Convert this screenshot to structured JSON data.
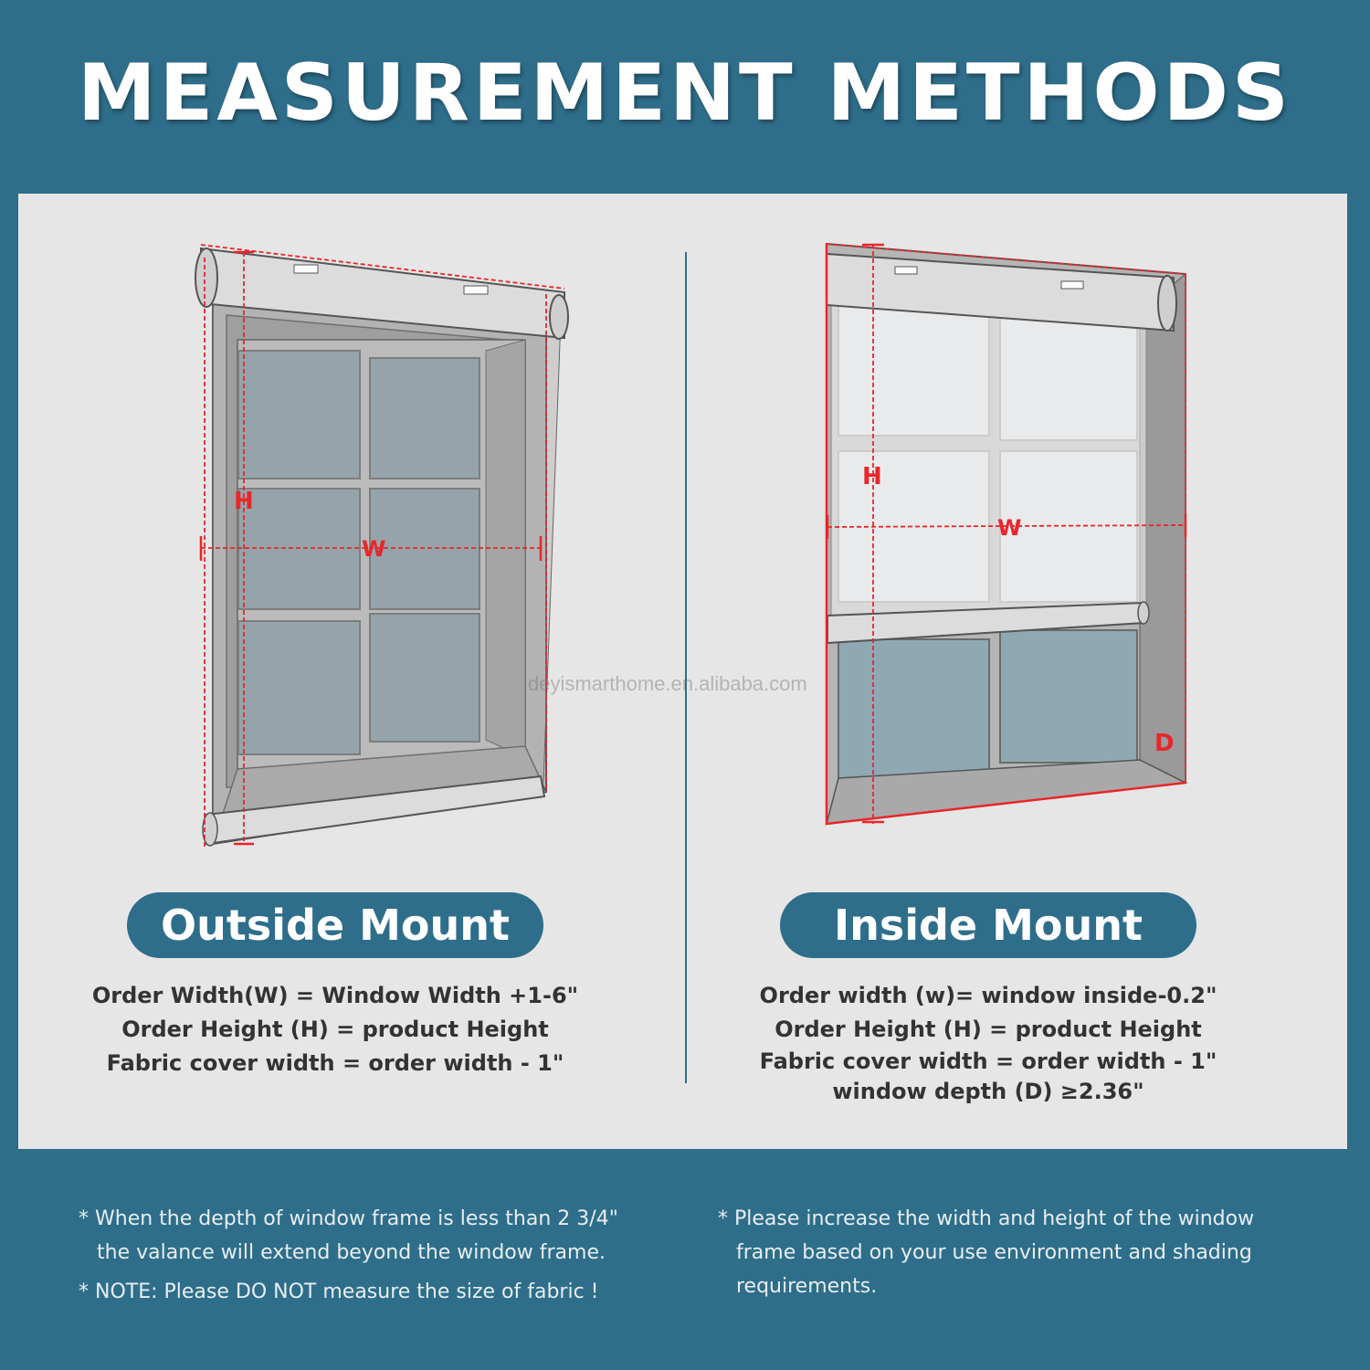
{
  "title": "MEASUREMENT METHODS",
  "outside": {
    "heading": "Outside Mount",
    "label_h": "H",
    "label_w": "W",
    "formulas": [
      "Order Width(W) = Window Width +1-6\"",
      "Order Height (H) = product Height",
      "Fabric cover width = order width - 1\""
    ]
  },
  "inside": {
    "heading": "Inside Mount",
    "label_h": "H",
    "label_w": "W",
    "label_d": "D",
    "formulas": [
      "Order width (w)= window inside-0.2\"",
      "Order Height (H) = product Height",
      "Fabric cover width = order width - 1\"",
      "window depth (D) ≥2.36\""
    ]
  },
  "watermark": "deyismarthome.en.alibaba.com",
  "notes_left": [
    "* When the depth of window frame is less than 2 3/4\"",
    "the valance will extend beyond the window frame.",
    "* NOTE: Please DO NOT measure the size of fabric !"
  ],
  "notes_right": [
    "* Please increase the width and height of the window",
    "frame based on your use environment and shading",
    "requirements."
  ],
  "colors": {
    "background": "#2e6e8a",
    "panel": "#e6e6e6",
    "measure_red": "#e8262b",
    "glass": "#8fa9b4"
  }
}
